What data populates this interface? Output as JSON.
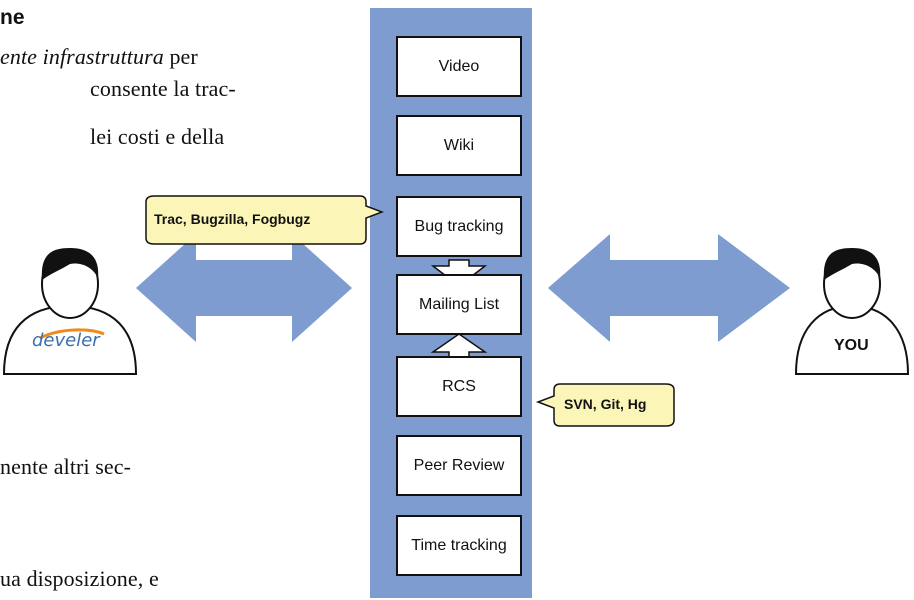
{
  "background_text": {
    "heading": "ne",
    "line1_italic": "ente infrastruttura",
    "line1_rest": " per",
    "line2": "consente la trac-",
    "line3": "lei costi e della",
    "line4": "nente altri sec-",
    "line5": "ua disposizione, e"
  },
  "tools": [
    "Video",
    "Wiki",
    "Bug tracking",
    "Mailing List",
    "RCS",
    "Peer Review",
    "Time tracking"
  ],
  "callouts": {
    "bug_tracking": "Trac, Bugzilla, Fogbugz",
    "rcs": "SVN, Git, Hg"
  },
  "users": {
    "left_logo": "develer",
    "right_label": "YOU"
  },
  "colors": {
    "column": "#7e9ccf",
    "arrow": "#7e9ccf",
    "callout_fill": "#fbf6b8",
    "logo_text": "#3a6fb0",
    "logo_swoosh": "#f08a1c",
    "hair": "#111111"
  }
}
